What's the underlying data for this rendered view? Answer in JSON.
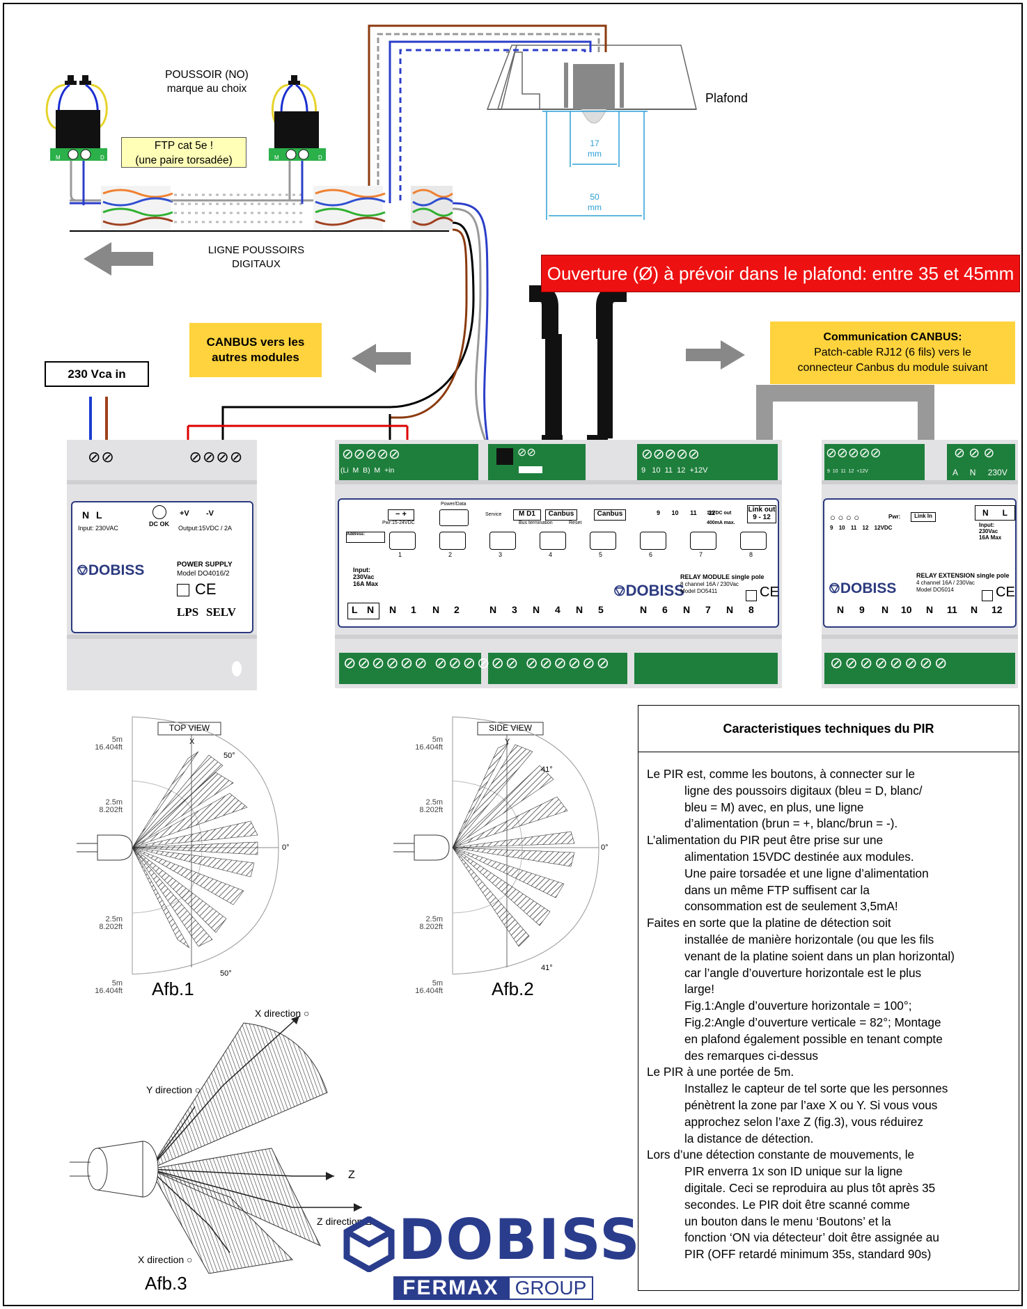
{
  "top": {
    "poussoir_label": [
      "POUSSOIR (NO)",
      "marque au choix"
    ],
    "ftp_label": [
      "FTP cat 5e !",
      "(une paire torsadée)"
    ],
    "ligne_label": [
      "LIGNE POUSSOIRS",
      "DIGITAUX"
    ],
    "plafond_label": "Plafond",
    "dim_17": [
      "17",
      "mm"
    ],
    "dim_50": [
      "50",
      "mm"
    ],
    "ouverture_label": "Ouverture (Ø) à prévoir dans le plafond: entre 35 et 45mm",
    "canbus_modules_label": [
      "CANBUS vers les",
      "autres modules"
    ],
    "communication_title": "Communication CANBUS:",
    "communication_text": [
      "Patch-cable RJ12 (6 fils) vers le",
      "connecteur Canbus du module suivant"
    ],
    "vca_label": "230 Vca in",
    "button_terms": [
      "M",
      "D"
    ]
  },
  "power_supply": {
    "n": "N",
    "l": "L",
    "input": "Input: 230VAC",
    "dc_ok": "DC OK",
    "plus_v": "+V",
    "minus_v": "-V",
    "output": "Output:15VDC / 2A",
    "brand": "DOBISS",
    "title": "POWER SUPPLY",
    "model": "Model DO4016/2",
    "ce": "CE",
    "lps": "LPS",
    "selv": "SELV"
  },
  "relay_module": {
    "top_terms": "(Li  M  B)  M  +in",
    "out_terms": "9   10  11  12  +12V",
    "pwr": "Pwr:15-24VDC",
    "power_data": "Power/Data",
    "service": "Service",
    "md1": "M D1",
    "canbus1": "Canbus",
    "canbus2": "Canbus",
    "bus_termination": "Bus termination",
    "reset": "Reset",
    "address": "Address:",
    "out_nums": [
      "9",
      "10",
      "11",
      "12"
    ],
    "out_12vdc": "12VDC out",
    "out_ma": "400mA max.",
    "link_out": [
      "Link out",
      "9 - 12"
    ],
    "circles": [
      "1",
      "2",
      "3",
      "4",
      "5",
      "6",
      "7",
      "8"
    ],
    "input": [
      "Input:",
      "230Vac",
      "16A Max"
    ],
    "brand": "DOBISS",
    "title": "RELAY MODULE single pole",
    "subtitle": "8 channel 16A / 230Vac",
    "model": "Model DO5411",
    "ce": "CE",
    "bottom_terms": [
      "L",
      "N",
      "N",
      "1",
      "N",
      "2",
      "N",
      "3",
      "N",
      "4",
      "N",
      "5",
      "N",
      "6",
      "N",
      "7",
      "N",
      "8"
    ]
  },
  "relay_extension": {
    "top_terms": "9  10  11  12  +12V",
    "right_terms": [
      "A",
      "N",
      "230V"
    ],
    "nums": [
      "9",
      "10",
      "11",
      "12",
      "12VDC"
    ],
    "pwr": "Pwr:",
    "link_in": "Link In",
    "nl": [
      "N",
      "L"
    ],
    "input": [
      "Input:",
      "230Vac",
      "16A Max"
    ],
    "brand": "DOBISS",
    "title": "RELAY EXTENSION single pole",
    "subtitle": "4 channel 16A / 230Vac",
    "model": "Model DO5014",
    "ce": "CE",
    "bottom_terms": [
      "N",
      "9",
      "N",
      "10",
      "N",
      "11",
      "N",
      "12"
    ]
  },
  "figures": {
    "top_view": "TOP VIEW",
    "side_view": "SIDE VIEW",
    "x_axis": "X",
    "y_axis": "Y",
    "angle_50_top": "50°",
    "angle_50_bot": "50°",
    "angle_41_top": "41°",
    "angle_41_bot": "41°",
    "zero": "0°",
    "r5m": "5m",
    "r5ft": "16.404ft",
    "r25m": "2.5m",
    "r25ft": "8.202ft",
    "afb1": "Afb.1",
    "afb2": "Afb.2",
    "afb3": "Afb.3",
    "x_dir_top": "X direction",
    "y_dir": "Y direction",
    "z_axis": "Z",
    "z_dir": "Z direction",
    "x_dir_bot": "X direction"
  },
  "logo": {
    "brand": "DOBISS",
    "fermax": "FERMAX",
    "group": "GROUP"
  },
  "tech": {
    "title": "Caracteristiques techniques du PIR",
    "lines": [
      {
        "t": "Le PIR est, comme les boutons, à connecter sur le",
        "i": false
      },
      {
        "t": "ligne des poussoirs digitaux (bleu = D, blanc/",
        "i": true
      },
      {
        "t": "bleu = M) avec, en plus,  une ligne",
        "i": true
      },
      {
        "t": "d’alimentation (brun = +, blanc/brun = -).",
        "i": true
      },
      {
        "t": "L’alimentation du PIR peut être prise sur une",
        "i": false
      },
      {
        "t": "alimentation 15VDC destinée aux modules.",
        "i": true
      },
      {
        "t": "Une paire torsadée et une ligne d’alimentation",
        "i": true
      },
      {
        "t": "dans un même FTP suffisent car la",
        "i": true
      },
      {
        "t": "consommation est de seulement 3,5mA!",
        "i": true
      },
      {
        "t": "Faites en sorte que la platine de détection soit",
        "i": false
      },
      {
        "t": "installée de manière horizontale (ou que les fils",
        "i": true
      },
      {
        "t": "venant de la platine soient dans un plan horizontal)",
        "i": true
      },
      {
        "t": "car  l’angle d’ouverture horizontale est le plus",
        "i": true
      },
      {
        "t": "large!",
        "i": true
      },
      {
        "t": "Fig.1:Angle d’ouverture horizontale = 100°;",
        "i": true
      },
      {
        "t": "Fig.2:Angle d’ouverture verticale = 82°; Montage",
        "i": true
      },
      {
        "t": "en plafond également possible en tenant compte",
        "i": true
      },
      {
        "t": "des remarques ci-dessus",
        "i": true
      },
      {
        "t": "Le PIR à une portée de 5m.",
        "i": false
      },
      {
        "t": "Installez le capteur de tel sorte que les personnes",
        "i": true
      },
      {
        "t": "pénètrent la zone par l’axe X ou Y. Si vous  vous",
        "i": true
      },
      {
        "t": "approchez selon l’axe Z (fig.3), vous réduirez",
        "i": true
      },
      {
        "t": "la distance de détection.",
        "i": true
      },
      {
        "t": "Lors d’une détection constante de mouvements, le",
        "i": false
      },
      {
        "t": "PIR enverra 1x son ID unique sur la ligne",
        "i": true
      },
      {
        "t": "digitale. Ceci se reproduira au plus tôt après 35",
        "i": true
      },
      {
        "t": "secondes. Le PIR doit être scanné comme",
        "i": true
      },
      {
        "t": "un bouton dans le menu ‘Boutons’ et la",
        "i": true
      },
      {
        "t": "fonction ‘ON via détecteur’ doit être assignée au",
        "i": true
      },
      {
        "t": "PIR (OFF retardé minimum 35s, standard 90s)",
        "i": true
      }
    ]
  }
}
